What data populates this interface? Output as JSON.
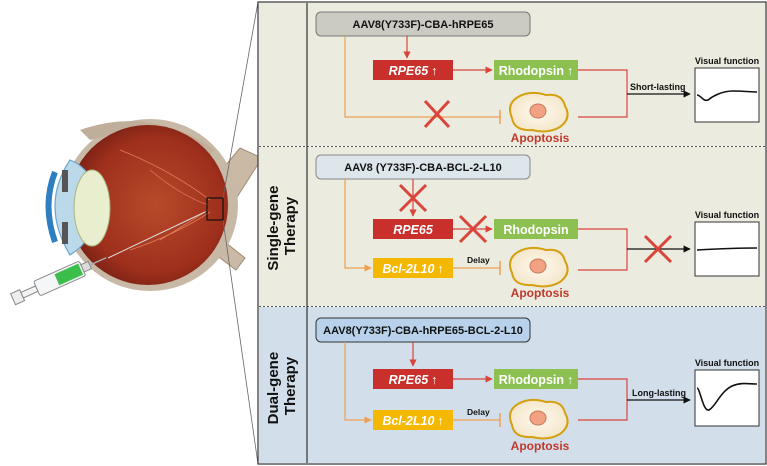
{
  "sections": {
    "single": "Single-gene Therapy",
    "dual": "Dual-gene Therapy"
  },
  "panel1": {
    "vector": "AAV8(Y733F)-CBA-hRPE65",
    "gene": "RPE65",
    "gene_arrow": "↑",
    "protein": "Rhodopsin",
    "protein_arrow": "↑",
    "effect": "Short-lasting",
    "outcome_title": "Visual function",
    "apoptosis": "Apoptosis"
  },
  "panel2": {
    "vector": "AAV8 (Y733F)-CBA-BCL-2-L10",
    "gene": "RPE65",
    "protein": "Rhodopsin",
    "gene2": "Bcl-2L10",
    "gene2_arrow": "↑",
    "delay": "Delay",
    "outcome_title": "Visual function",
    "apoptosis": "Apoptosis"
  },
  "panel3": {
    "vector": "AAV8(Y733F)-CBA-hRPE65-BCL-2-L10",
    "gene": "RPE65",
    "gene_arrow": "↑",
    "protein": "Rhodopsin",
    "protein_arrow": "↑",
    "gene2": "Bcl-2L10",
    "gene2_arrow": "↑",
    "delay": "Delay",
    "effect": "Long-lasting",
    "outcome_title": "Visual function",
    "apoptosis": "Apoptosis"
  },
  "colors": {
    "rpe65_box": "#c9302c",
    "rhodopsin_box": "#8cc152",
    "bcl_box": "#f5b800",
    "panel_beige": "#ecebdf",
    "panel_blue": "#d2dfea",
    "apoptosis_text": "#c0392b",
    "path_orange": "#f0a050",
    "inhibit_red": "#d9453a"
  }
}
